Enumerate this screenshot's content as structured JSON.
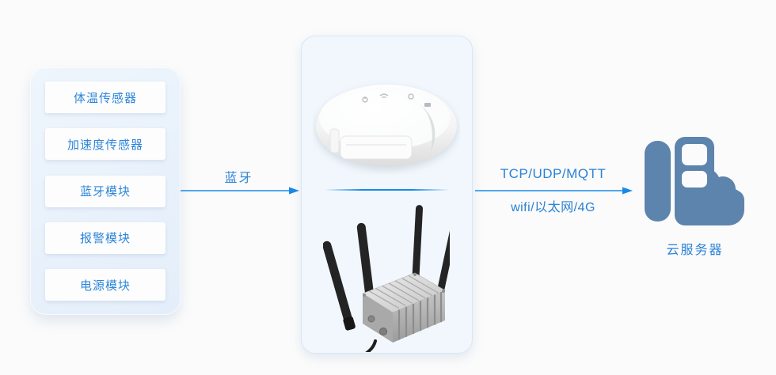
{
  "diagram": {
    "title": "wearable-sensor-to-gateway-to-cloud architecture",
    "sensor_panel": {
      "items": [
        {
          "id": "temperature",
          "label": "体温传感器"
        },
        {
          "id": "acceleration",
          "label": "加速度传感器"
        },
        {
          "id": "bluetooth",
          "label": "蓝牙模块"
        },
        {
          "id": "alarm",
          "label": "报警模块"
        },
        {
          "id": "power",
          "label": "电源模块"
        }
      ]
    },
    "links": {
      "bluetooth_label": "蓝牙",
      "cloud_top_label": "TCP/UDP/MQTT",
      "cloud_bottom_label": "wifi/以太网/4G"
    },
    "cloud_server_label": "云服务器",
    "icons": {
      "gateway_dome": "dome-gateway-device",
      "gateway_router": "industrial-router-device",
      "cloud_server": "cloud-server-icon",
      "link_arrows": "right-arrow-icon"
    },
    "colors": {
      "page_bg": "#fbfbfb",
      "sensor_panel_bg": "#e8f1fa",
      "gateway_panel_bg": "#f1f7fd",
      "arrow_blue": "#168ae8",
      "label_blue": "#2b82d6",
      "button_text_blue": "#2e86d8",
      "cloud_icon_blue": "#5d84ad"
    }
  }
}
